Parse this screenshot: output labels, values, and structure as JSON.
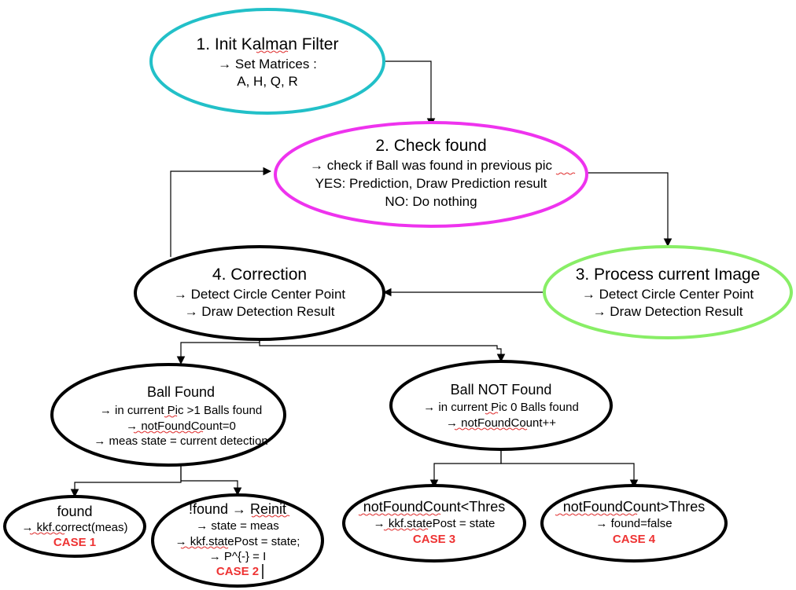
{
  "nodes": {
    "init": {
      "title": "1. Init Kalman Filter",
      "lines": [
        "→ Set Matrices :",
        "A, H, Q, R"
      ],
      "color": "#22c0c8"
    },
    "check": {
      "title": "2. Check found",
      "lines": [
        "→ check if Ball was found in previous pic",
        "YES: Prediction, Draw Prediction result",
        "NO: Do nothing"
      ],
      "color": "#ee33ee"
    },
    "process": {
      "title": "3. Process current Image",
      "lines": [
        "→ Detect Circle Center Point",
        "→ Draw Detection Result"
      ],
      "color": "#88ee66"
    },
    "correction": {
      "title": "4. Correction",
      "lines": [
        "→ Detect Circle Center Point",
        "→ Draw Detection Result"
      ],
      "color": "#000000"
    },
    "ball_found": {
      "title": "Ball Found",
      "lines": [
        "→ in current Pic >1 Balls found",
        "→ notFoundCount=0",
        "→ meas state = current detection"
      ],
      "color": "#000000"
    },
    "ball_not_found": {
      "title": "Ball NOT Found",
      "lines": [
        "→ in current Pic 0 Balls found",
        "→ notFoundCount++"
      ],
      "color": "#000000"
    },
    "case1": {
      "title": "found",
      "lines": [
        "→ kkf.correct(meas)"
      ],
      "case": "CASE 1",
      "color": "#000000"
    },
    "case2": {
      "title": "!found → Reinit",
      "lines": [
        "→ state = meas",
        "→ kkf.statePost = state;",
        "→ P^{-} = I"
      ],
      "case": "CASE 2",
      "color": "#000000"
    },
    "case3": {
      "title": "notFoundCount<Thres",
      "lines": [
        "→ kkf.statePost = state"
      ],
      "case": "CASE 3",
      "color": "#000000"
    },
    "case4": {
      "title": "notFoundCount>Thres",
      "lines": [
        "→ found=false"
      ],
      "case": "CASE 4",
      "color": "#000000"
    }
  }
}
